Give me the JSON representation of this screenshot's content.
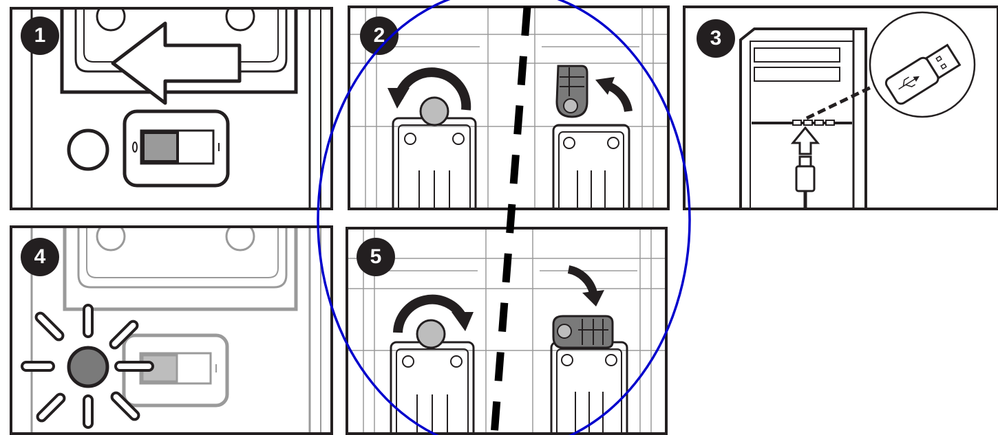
{
  "steps": [
    {
      "number": "1"
    },
    {
      "number": "2"
    },
    {
      "number": "3"
    },
    {
      "number": "4"
    },
    {
      "number": "5"
    }
  ],
  "switch": {
    "off_label": "O",
    "on_label": "I"
  },
  "colors": {
    "ink": "#231f20",
    "grey": "#9a9a9a",
    "highlight_ellipse": "#0000cc",
    "knob": "#bdbdbd",
    "led_on": "#7a7a7a"
  },
  "icons": [
    "arrow-left-icon",
    "power-switch-icon",
    "led-indicator-icon",
    "rotate-ccw-icon",
    "rotate-cw-icon",
    "usb-drive-icon",
    "usb-cable-icon",
    "usb-symbol-icon",
    "arrow-up-icon",
    "pc-tower-icon",
    "light-rays-icon"
  ]
}
